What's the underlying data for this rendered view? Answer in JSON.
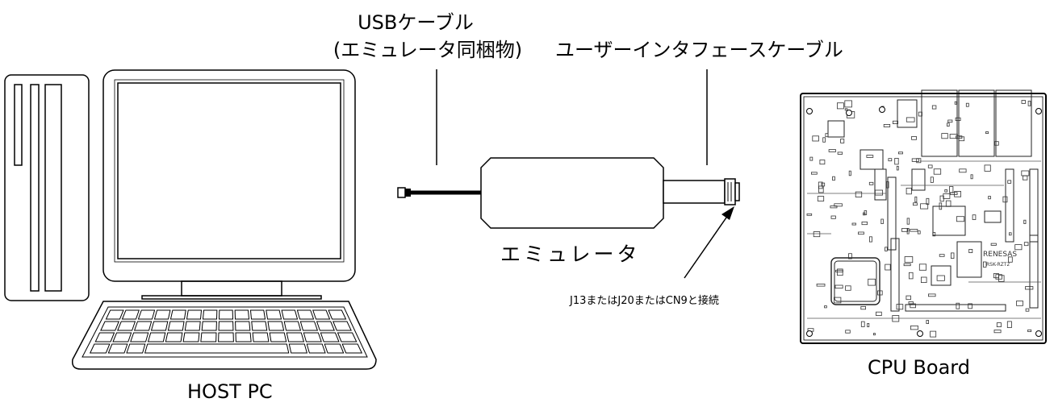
{
  "labels": {
    "usb_cable_line1": "USBケーブル",
    "usb_cable_line2": "(エミュレータ同梱物)",
    "user_interface_cable": "ユーザーインタフェースケーブル",
    "emulator": "エミュレータ",
    "connection_note": "J13またはJ20またはCN9と接続",
    "cpu_board": "CPU Board",
    "host_pc": "HOST PC",
    "board_brand": "RENESAS",
    "board_model": "RSK-RZT2"
  },
  "colors": {
    "line": "#000000",
    "background": "#ffffff",
    "board_trace": "#555555"
  }
}
